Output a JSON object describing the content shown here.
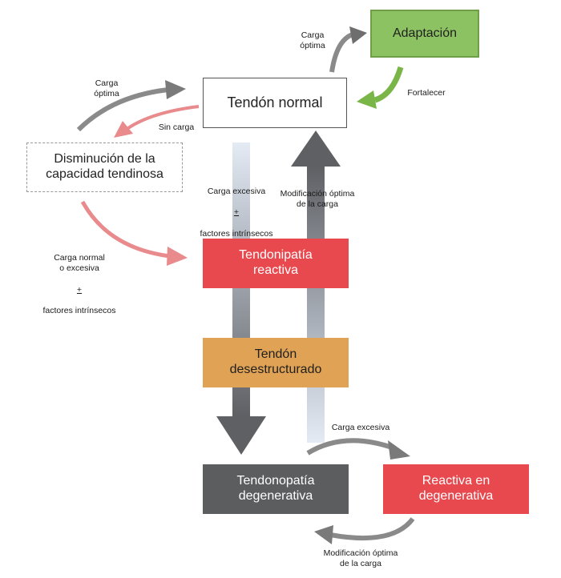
{
  "boxes": {
    "adaptacion": "Adaptación",
    "tendon_normal": "Tendón normal",
    "disminucion": "Disminución de la\ncapacidad tendinosa",
    "tendinopatia_reactiva": "Tendonipatía\nreactiva",
    "tendon_desestructurado": "Tendón\ndesestructurado",
    "tendonopatia_degenerativa": "Tendonopatía\ndegenerativa",
    "reactiva_en_degenerativa": "Reactiva en\ndegenerativa"
  },
  "labels": {
    "carga_optima_top": "Carga\nóptima",
    "carga_optima_left": "Carga\nóptima",
    "fortalecer": "Fortalecer",
    "sin_carga": "Sin carga",
    "carga_excesiva_mid_1": "Carga excesiva",
    "plus_minus_mid": "+",
    "factores_mid": "factores intrínsecos",
    "modificacion_mid": "Modificación óptima\nde la carga",
    "carga_normal_1": "Carga normal\no excesiva",
    "plus_minus_left": "+",
    "factores_left": "factores intrínsecos",
    "carga_excesiva_bottom": "Carga excesiva",
    "modificacion_bottom": "Modificación óptima\nde la carga"
  },
  "colors": {
    "green": "#8dc263",
    "green_arrow": "#7ab548",
    "red": "#e8494f",
    "pink_arrow": "#e98a8c",
    "orange": "#e0a254",
    "dark_gray": "#5c5d5f",
    "mid_gray": "#8a8a8a",
    "light_blue": "#dfe6f1"
  }
}
